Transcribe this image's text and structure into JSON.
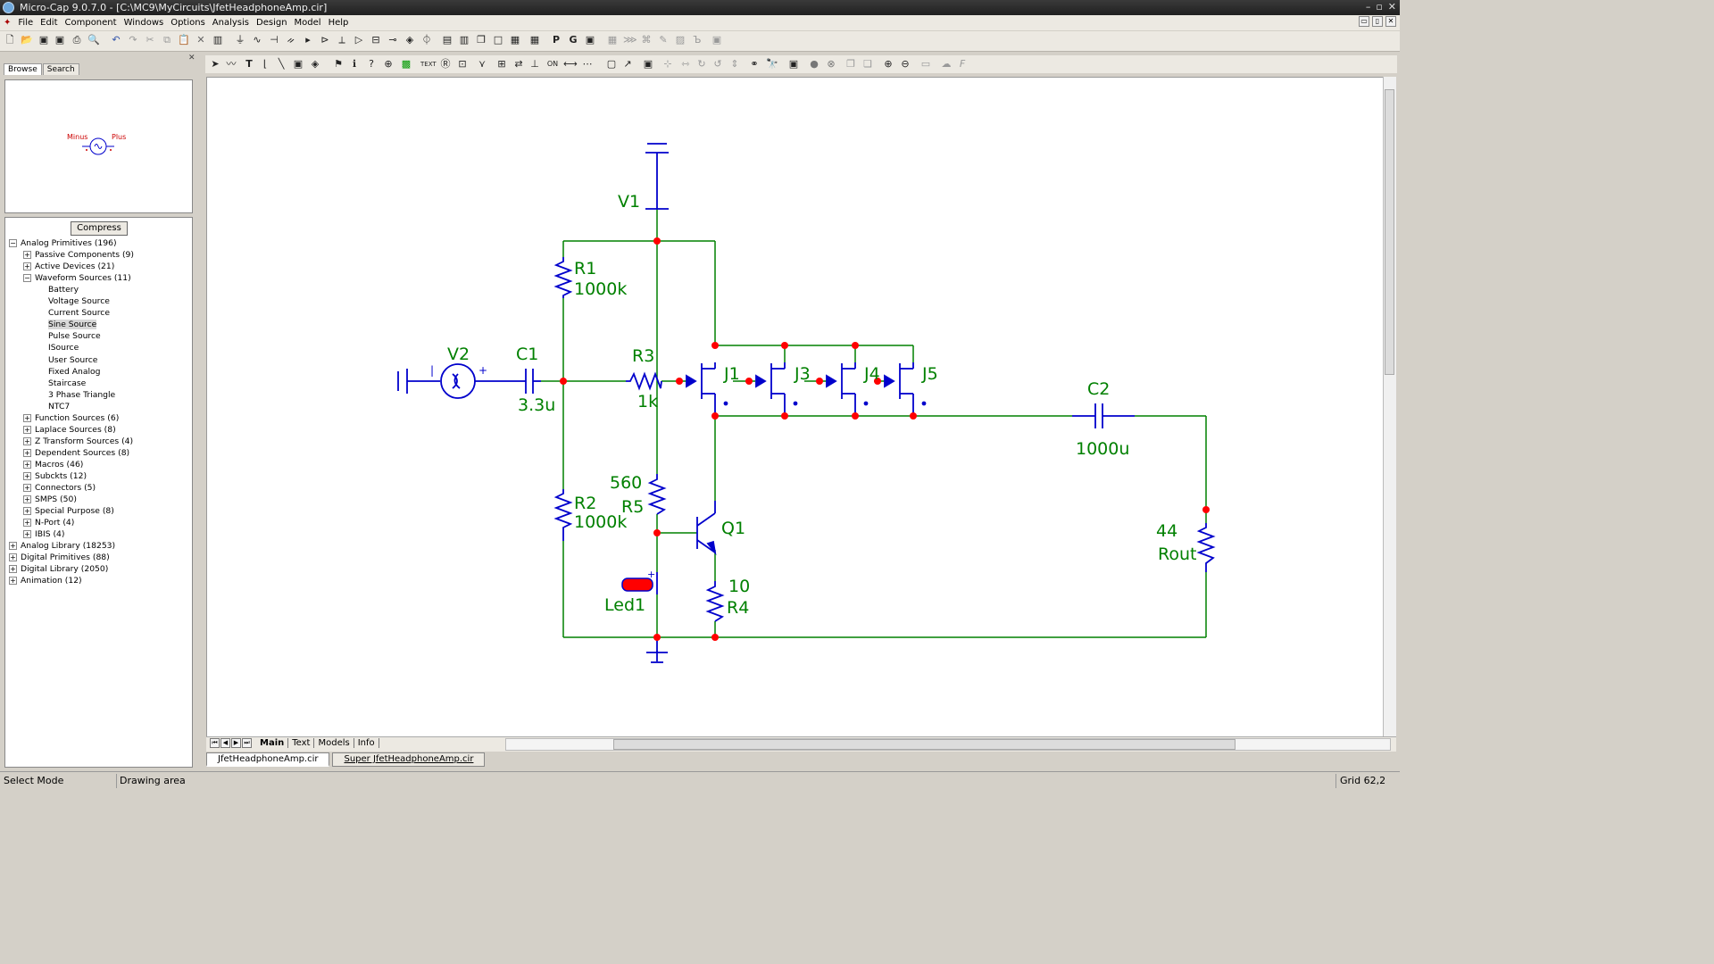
{
  "window": {
    "title": "Micro-Cap 9.0.7.0 - [C:\\MC9\\MyCircuits\\JfetHeadphoneAmp.cir]"
  },
  "menu": [
    "File",
    "Edit",
    "Component",
    "Windows",
    "Options",
    "Analysis",
    "Design",
    "Model",
    "Help"
  ],
  "left_panel": {
    "tabs": [
      "Browse",
      "Search"
    ],
    "preview": {
      "minus_label": "Minus",
      "plus_label": "Plus"
    },
    "compress_button": "Compress",
    "tree": [
      {
        "label": "Analog Primitives (196)",
        "level": 0,
        "state": "open"
      },
      {
        "label": "Passive Components (9)",
        "level": 1,
        "state": "closed"
      },
      {
        "label": "Active Devices (21)",
        "level": 1,
        "state": "closed"
      },
      {
        "label": "Waveform Sources (11)",
        "level": 1,
        "state": "open"
      },
      {
        "label": "Battery",
        "level": 2,
        "state": "leaf"
      },
      {
        "label": "Voltage Source",
        "level": 2,
        "state": "leaf"
      },
      {
        "label": "Current Source",
        "level": 2,
        "state": "leaf"
      },
      {
        "label": "Sine Source",
        "level": 2,
        "state": "leaf",
        "selected": true
      },
      {
        "label": "Pulse Source",
        "level": 2,
        "state": "leaf"
      },
      {
        "label": "ISource",
        "level": 2,
        "state": "leaf"
      },
      {
        "label": "User Source",
        "level": 2,
        "state": "leaf"
      },
      {
        "label": "Fixed Analog",
        "level": 2,
        "state": "leaf"
      },
      {
        "label": "Staircase",
        "level": 2,
        "state": "leaf"
      },
      {
        "label": "3 Phase Triangle",
        "level": 2,
        "state": "leaf"
      },
      {
        "label": "NTC7",
        "level": 2,
        "state": "leaf"
      },
      {
        "label": "Function Sources (6)",
        "level": 1,
        "state": "closed"
      },
      {
        "label": "Laplace Sources (8)",
        "level": 1,
        "state": "closed"
      },
      {
        "label": "Z Transform Sources (4)",
        "level": 1,
        "state": "closed"
      },
      {
        "label": "Dependent Sources (8)",
        "level": 1,
        "state": "closed"
      },
      {
        "label": "Macros (46)",
        "level": 1,
        "state": "closed"
      },
      {
        "label": "Subckts (12)",
        "level": 1,
        "state": "closed"
      },
      {
        "label": "Connectors (5)",
        "level": 1,
        "state": "closed"
      },
      {
        "label": "SMPS (50)",
        "level": 1,
        "state": "closed"
      },
      {
        "label": "Special Purpose (8)",
        "level": 1,
        "state": "closed"
      },
      {
        "label": "N-Port (4)",
        "level": 1,
        "state": "closed"
      },
      {
        "label": "IBIS (4)",
        "level": 1,
        "state": "closed"
      },
      {
        "label": "Analog Library (18253)",
        "level": 0,
        "state": "closed"
      },
      {
        "label": "Digital Primitives (88)",
        "level": 0,
        "state": "closed"
      },
      {
        "label": "Digital Library (2050)",
        "level": 0,
        "state": "closed"
      },
      {
        "label": "Animation (12)",
        "level": 0,
        "state": "closed"
      }
    ]
  },
  "schematic": {
    "components": {
      "V1": {
        "name": "V1"
      },
      "V2": {
        "name": "V2"
      },
      "C1": {
        "name": "C1",
        "value": "3.3u"
      },
      "R1": {
        "name": "R1",
        "value": "1000k"
      },
      "R2": {
        "name": "R2",
        "value": "1000k"
      },
      "R3": {
        "name": "R3",
        "value": "1k"
      },
      "R5": {
        "name": "R5",
        "value": "560"
      },
      "R4": {
        "name": "R4",
        "value": "10"
      },
      "Q1": {
        "name": "Q1"
      },
      "Led1": {
        "name": "Led1"
      },
      "J1": {
        "name": "J1"
      },
      "J3": {
        "name": "J3"
      },
      "J4": {
        "name": "J4"
      },
      "J5": {
        "name": "J5"
      },
      "C2": {
        "name": "C2",
        "value": "1000u"
      },
      "Rout": {
        "name": "Rout",
        "value": "44"
      }
    },
    "colors": {
      "wire": "#008000",
      "component": "#0000cc",
      "node": "#ff0000",
      "label": "#008000"
    }
  },
  "page_tabs": [
    "Main",
    "Text",
    "Models",
    "Info"
  ],
  "file_tabs": [
    "JfetHeadphoneAmp.cir",
    "Super JfetHeadphoneAmp.cir"
  ],
  "status": {
    "mode": "Select Mode",
    "area": "Drawing area",
    "grid": "Grid 62,2"
  }
}
